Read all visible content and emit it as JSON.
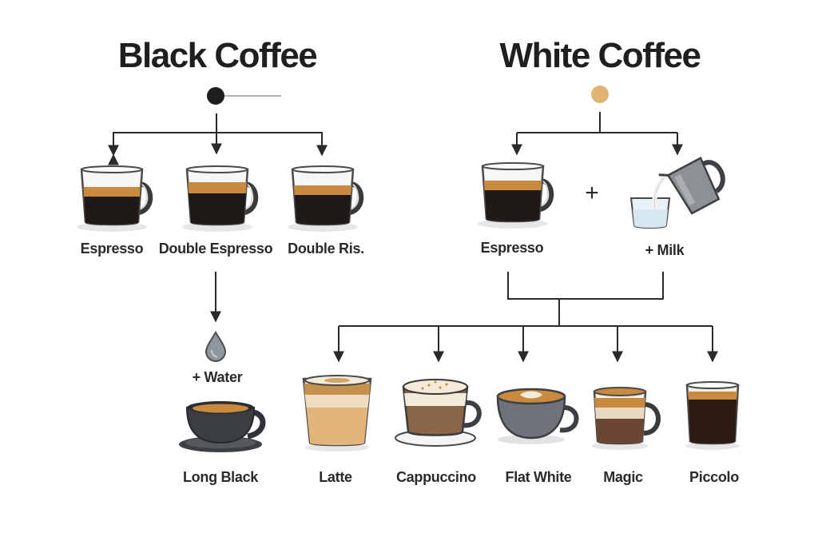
{
  "black": {
    "title": "Black Coffee",
    "dot_color": "#1e1e20",
    "items": [
      {
        "label": "Espresso",
        "icon": "espresso-cup-icon"
      },
      {
        "label": "Double Espresso",
        "icon": "double-espresso-cup-icon"
      },
      {
        "label": "Double Ris.",
        "icon": "double-ristretto-cup-icon"
      }
    ],
    "water_label": "+ Water",
    "water_icon": "water-drop-icon",
    "result": {
      "label": "Long Black",
      "icon": "long-black-cup-icon"
    }
  },
  "white": {
    "title": "White Coffee",
    "dot_color": "#e0b473",
    "base": {
      "label": "Espresso",
      "icon": "espresso-cup-icon"
    },
    "plus_sign": "+",
    "milk": {
      "label": "+ Milk",
      "icon": "milk-jug-pouring-icon"
    },
    "results": [
      {
        "label": "Latte",
        "icon": "latte-glass-icon"
      },
      {
        "label": "Cappuccino",
        "icon": "cappuccino-cup-icon"
      },
      {
        "label": "Flat White",
        "icon": "flat-white-cup-icon"
      },
      {
        "label": "Magic",
        "icon": "magic-cup-icon"
      },
      {
        "label": "Piccolo",
        "icon": "piccolo-glass-icon"
      }
    ]
  },
  "colors": {
    "line": "#2a2a2a",
    "crema": "#c98a3f",
    "coffee": "#1f1a17",
    "milk_foam": "#f3ead9",
    "cup_dark": "#3c3f44",
    "cup_grey": "#6d7378",
    "glass_edge": "#4a4a4a"
  }
}
